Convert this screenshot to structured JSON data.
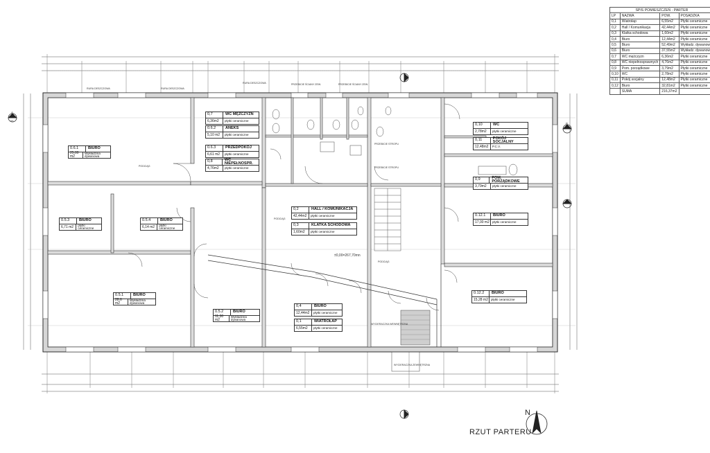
{
  "legend": {
    "title": "SPIS POMIESZCZEŃ - PARTER",
    "headers": [
      "LP",
      "NAZWA",
      "POW.",
      "POSADZKA"
    ],
    "rows": [
      [
        "0,1",
        "Wiatrołap",
        "6,55m2",
        "Płytki ceramiczne"
      ],
      [
        "0,2",
        "Hall / Komunikacja",
        "42,44m2",
        "Płytki ceramiczne"
      ],
      [
        "0,3",
        "Klatka schodowa",
        "1,60m2",
        "Płytki ceramiczne"
      ],
      [
        "0,4",
        "Biuro",
        "12,44m2",
        "Płytki ceramiczne"
      ],
      [
        "0,5",
        "Biuro",
        "52,49m2",
        "Wykładz. dywanowa"
      ],
      [
        "0,6",
        "Biuro",
        "37,55m2",
        "Wykładz. dywanowa"
      ],
      [
        "0,7",
        "WC mężczyzn",
        "6,36m2",
        "Płytki ceramiczne"
      ],
      [
        "0,8",
        "WC niepełnosprawnych",
        "4,76m2",
        "Płytki ceramiczne"
      ],
      [
        "0,9",
        "Pom. porządkowe",
        "3,79m2",
        "Płytki ceramiczne"
      ],
      [
        "0,10",
        "WC",
        "2,78m2",
        "Płytki ceramiczne"
      ],
      [
        "0,11",
        "Pokój socjalny",
        "12,48m2",
        "Płytki ceramiczne"
      ],
      [
        "0,12",
        "Biuro",
        "32,81m2",
        "Płytki ceramiczne"
      ]
    ],
    "sum_label": "SUMA",
    "sum_value": "216,37m2"
  },
  "rooms": {
    "r061": {
      "num": "0.6.1",
      "name": "BIURO",
      "area": "25,00 m2",
      "floor": "Wykładzina dywanowa"
    },
    "r053": {
      "num": "0.5.3",
      "name": "BIURO",
      "area": "6,71 m2",
      "floor": "płytki ceramiczne"
    },
    "r054": {
      "num": "0.5.4",
      "name": "BIURO",
      "area": "6,14 m2",
      "floor": "płytki ceramiczne"
    },
    "r051": {
      "num": "0.5.1",
      "name": "BIURO",
      "area": "28,6 m2",
      "floor": "Wykładzina dywanowa"
    },
    "r052": {
      "num": "0.5.2",
      "name": "BIURO",
      "area": "11,30 m2",
      "floor": "Wykładzina dywanowa"
    },
    "r07": {
      "num": "0,7",
      "name": "WC MĘŻCZYZN",
      "area": "6,36m2",
      "floor": "płytki ceramiczne"
    },
    "r062": {
      "num": "0.6.2",
      "name": "ANEKS",
      "area": "5,10 m2",
      "floor": "płytki ceramiczne"
    },
    "r063": {
      "num": "0.6.3",
      "name": "PRZEDPOKÓJ",
      "area": "6,61 m2",
      "floor": "płytki ceramiczne"
    },
    "r08": {
      "num": "0,8",
      "name": "WC NIEPEŁNOSPR.",
      "area": "4,76m2",
      "floor": "płytki ceramiczne"
    },
    "r02": {
      "num": "0,2",
      "name": "HALL / KOMUNIKACJA",
      "area": "42,44m2",
      "floor": "płytki ceramiczne"
    },
    "r03": {
      "num": "0,3",
      "name": "KLATKA SCHODOWA",
      "area": "1,60m2",
      "floor": "płytki ceramiczne"
    },
    "r04": {
      "num": "0,4",
      "name": "BIURO",
      "area": "12,44m2",
      "floor": "płytki ceramiczne"
    },
    "r01": {
      "num": "0,1",
      "name": "WIATROŁAP",
      "area": "6,55m2",
      "floor": "płytki ceramiczne"
    },
    "r010": {
      "num": "0,10",
      "name": "WC",
      "area": "2,78m2",
      "floor": "płytki ceramiczne"
    },
    "r011": {
      "num": "0,11",
      "name": "POKÓJ SOCJALNY",
      "area": "12,48m2",
      "floor": "P.C.V."
    },
    "r09": {
      "num": "0,9",
      "name": "POM. PORZĄDKOWE",
      "area": "3,79m2",
      "floor": "płytki ceramiczne"
    },
    "r0121": {
      "num": "0.12.1",
      "name": "BIURO",
      "area": "17,00 m2",
      "floor": "płytki ceramiczne"
    },
    "r0122": {
      "num": "0.12.2",
      "name": "BIURO",
      "area": "15,28 m2",
      "floor": "płytki ceramiczne"
    }
  },
  "annotations": {
    "rura1": "RURA DESZCZOWA",
    "rura2": "RURA DESZCZOWA",
    "rura3": "RURA DESZCZOWA",
    "przebicie1": "PRZEBICIE ŚCIANY ZEW.",
    "przebicie2": "PRZEBICIE ŚCIANY ZEW.",
    "przebicie_stropu1": "PRZEBICIE STROPU",
    "przebicie_stropu2": "PRZEBICIE STROPU",
    "podcias1": "PODCIĄG",
    "podcias2": "PODCIĄG",
    "podcias3": "PODCIĄG",
    "wycieraczka1": "WYCIERACZKA WEWNĘTRZNA",
    "wycieraczka2": "WYCIERACZKA ZEWNĘTRZNA",
    "level": "±0,00=267,70mn",
    "section_a": "A",
    "section_b": "B",
    "section_sub": "05"
  },
  "plan_title": "RZUT PARTERU",
  "north": "N"
}
